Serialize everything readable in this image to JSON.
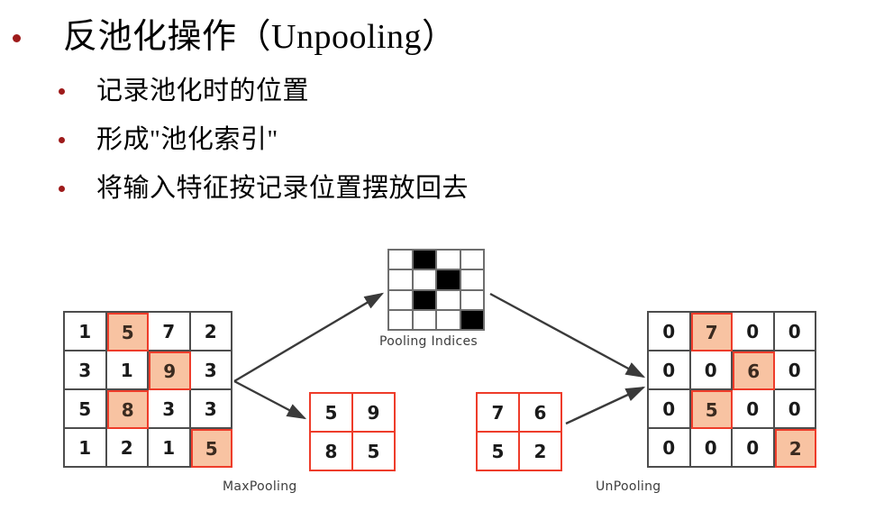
{
  "slide": {
    "title": {
      "bullet": "bullet-dot",
      "text": "反池化操作（Unpooling）"
    },
    "sub_bullets": [
      {
        "text": "记录池化时的位置"
      },
      {
        "text": "形成\"池化索引\""
      },
      {
        "text": "将输入特征按记录位置摆放回去"
      }
    ]
  },
  "colors": {
    "bullet": "#9e1b1b",
    "highlight_fill": "#f8c3a2",
    "highlight_border": "#ee3c2a",
    "grid_line": "#4d4d4d",
    "indices_on": "#000000",
    "background": "#ffffff"
  },
  "diagram": {
    "input_grid": {
      "label": "input-feature-map",
      "rows": 4,
      "cols": 4,
      "values": [
        [
          "1",
          "5",
          "7",
          "2"
        ],
        [
          "3",
          "1",
          "9",
          "3"
        ],
        [
          "5",
          "8",
          "3",
          "3"
        ],
        [
          "1",
          "2",
          "1",
          "5"
        ]
      ],
      "highlighted": [
        [
          0,
          1
        ],
        [
          1,
          2
        ],
        [
          2,
          1
        ],
        [
          3,
          3
        ]
      ]
    },
    "pooling_indices": {
      "caption": "Pooling Indices",
      "rows": 4,
      "cols": 4,
      "on_cells": [
        [
          0,
          1
        ],
        [
          1,
          2
        ],
        [
          2,
          1
        ],
        [
          3,
          3
        ]
      ]
    },
    "maxpool_output": {
      "caption": "MaxPooling",
      "rows": 2,
      "cols": 2,
      "values": [
        [
          "5",
          "9"
        ],
        [
          "8",
          "5"
        ]
      ]
    },
    "unpool_input": {
      "label": "unpooling-input",
      "rows": 2,
      "cols": 2,
      "values": [
        [
          "7",
          "6"
        ],
        [
          "5",
          "2"
        ]
      ]
    },
    "unpool_output": {
      "caption": "UnPooling",
      "rows": 4,
      "cols": 4,
      "values": [
        [
          "0",
          "7",
          "0",
          "0"
        ],
        [
          "0",
          "0",
          "6",
          "0"
        ],
        [
          "0",
          "5",
          "0",
          "0"
        ],
        [
          "0",
          "0",
          "0",
          "2"
        ]
      ],
      "highlighted": [
        [
          0,
          1
        ],
        [
          1,
          2
        ],
        [
          2,
          1
        ],
        [
          3,
          3
        ]
      ]
    },
    "arrows": [
      {
        "name": "arrow-input-to-indices",
        "from": "input-grid",
        "to": "pooling-indices"
      },
      {
        "name": "arrow-input-to-maxpool",
        "from": "input-grid",
        "to": "maxpool-output"
      },
      {
        "name": "arrow-indices-to-unpool",
        "from": "pooling-indices",
        "to": "unpool-output"
      },
      {
        "name": "arrow-unpoolinput-to-unpool",
        "from": "unpool-input",
        "to": "unpool-output"
      }
    ]
  }
}
